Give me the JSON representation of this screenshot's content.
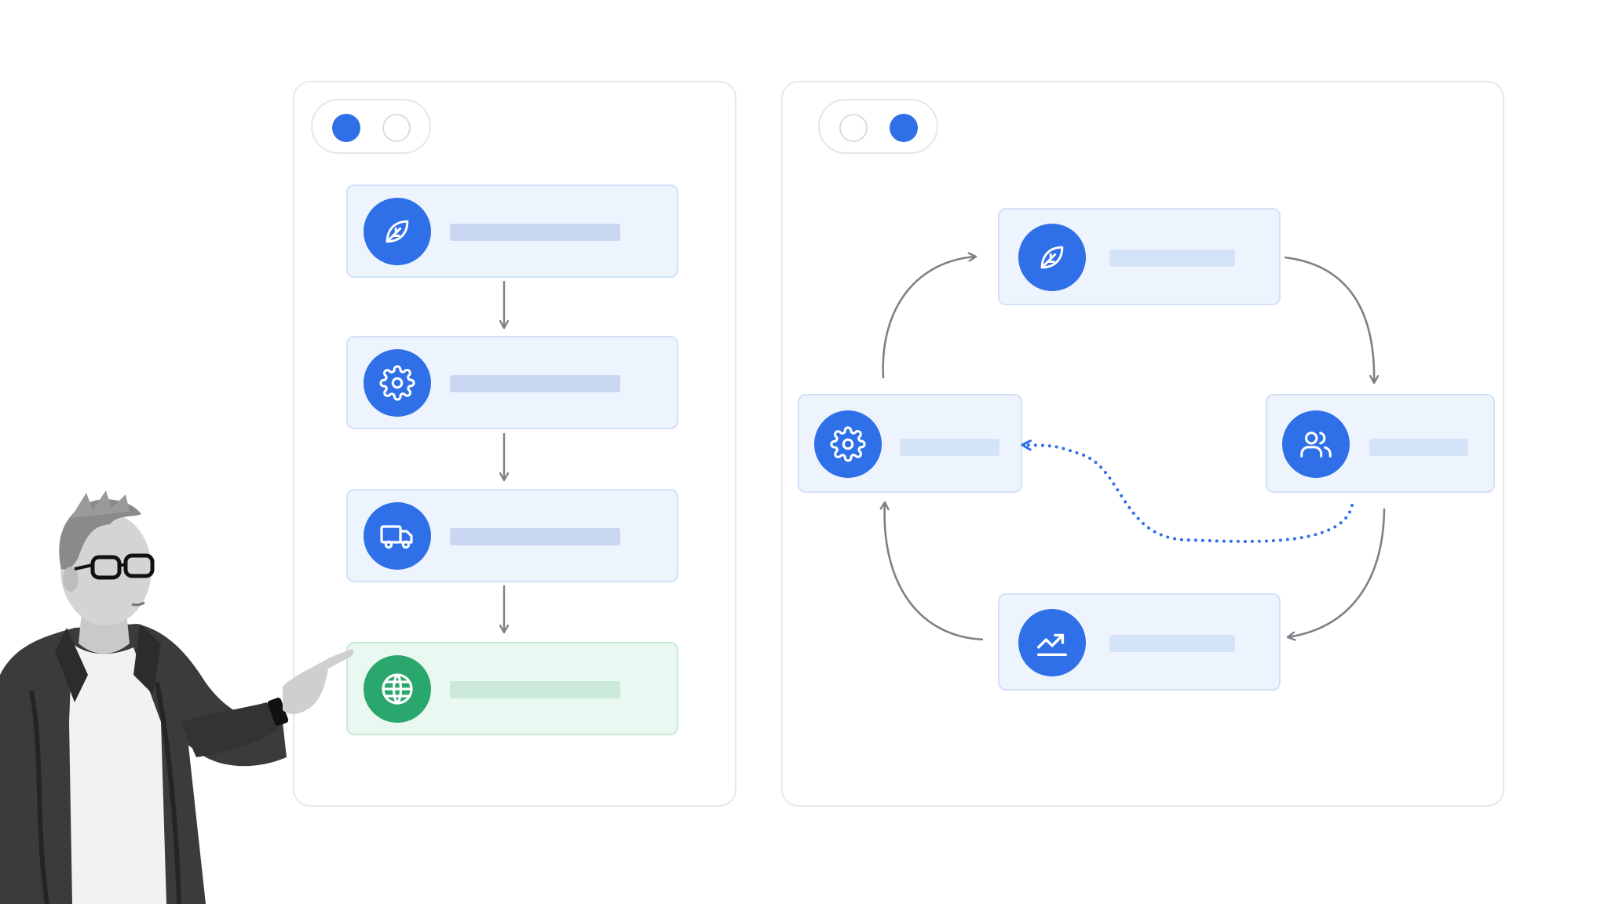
{
  "colors": {
    "accent": "#2f6fe8",
    "success": "#2aa76c",
    "card_fill": "#eef4fd",
    "card_fill_success": "#e9f8f0",
    "arrow": "#7e8085"
  },
  "linear_panel": {
    "toggle": {
      "active_index": 0
    },
    "steps": [
      {
        "icon": "leaf-icon"
      },
      {
        "icon": "gear-icon"
      },
      {
        "icon": "truck-icon"
      },
      {
        "icon": "globe-icon",
        "status": "success"
      }
    ]
  },
  "cycle_panel": {
    "toggle": {
      "active_index": 1
    },
    "nodes": [
      {
        "position": "top",
        "icon": "leaf-icon"
      },
      {
        "position": "right",
        "icon": "users-icon"
      },
      {
        "position": "bottom",
        "icon": "trend-up-icon"
      },
      {
        "position": "left",
        "icon": "gear-icon"
      }
    ],
    "feedback_link": {
      "from": "right",
      "to": "left",
      "style": "dotted"
    }
  },
  "presenter": {
    "icon": "presenter-pointing-illustration"
  }
}
